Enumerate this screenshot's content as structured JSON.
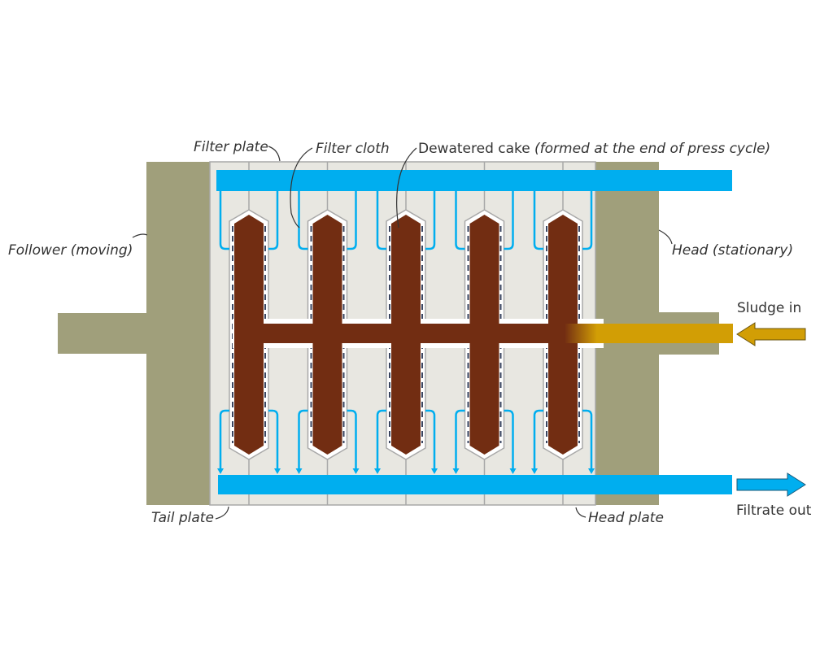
{
  "title": "Filter press diagram",
  "labels": {
    "filter_plate": "Filter plate",
    "filter_cloth": "Filter cloth",
    "dewatered_cake": "Dewatered cake",
    "dewatered_cake_note": "(formed at the end of press cycle)",
    "follower": "Follower (moving)",
    "head": "Head (stationary)",
    "sludge_in": "Sludge in",
    "tail_plate": "Tail plate",
    "head_plate": "Head plate",
    "filtrate_out": "Filtrate out"
  },
  "chambers": 5,
  "colors": {
    "frame": "#a09f7b",
    "plate": "#e8e7e1",
    "plate_border": "#a8a8a8",
    "cake": "#722d12",
    "filtrate": "#00aeef",
    "sludge": "#d29e05",
    "cloth_dash": "#3a4560",
    "text": "#333333"
  }
}
